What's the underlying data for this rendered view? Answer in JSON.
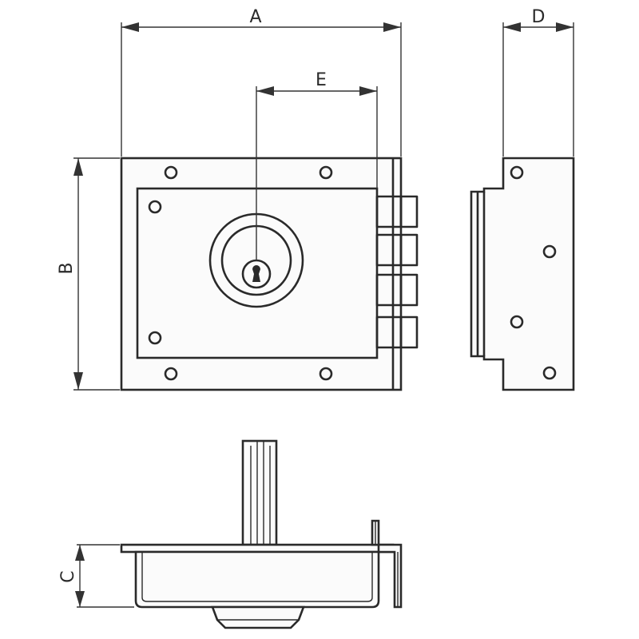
{
  "diagram": {
    "dimension_labels": {
      "A": "A",
      "B": "B",
      "C": "C",
      "D": "D",
      "E": "E"
    },
    "colors": {
      "line": "#2a2a2a",
      "background": "#ffffff"
    }
  }
}
